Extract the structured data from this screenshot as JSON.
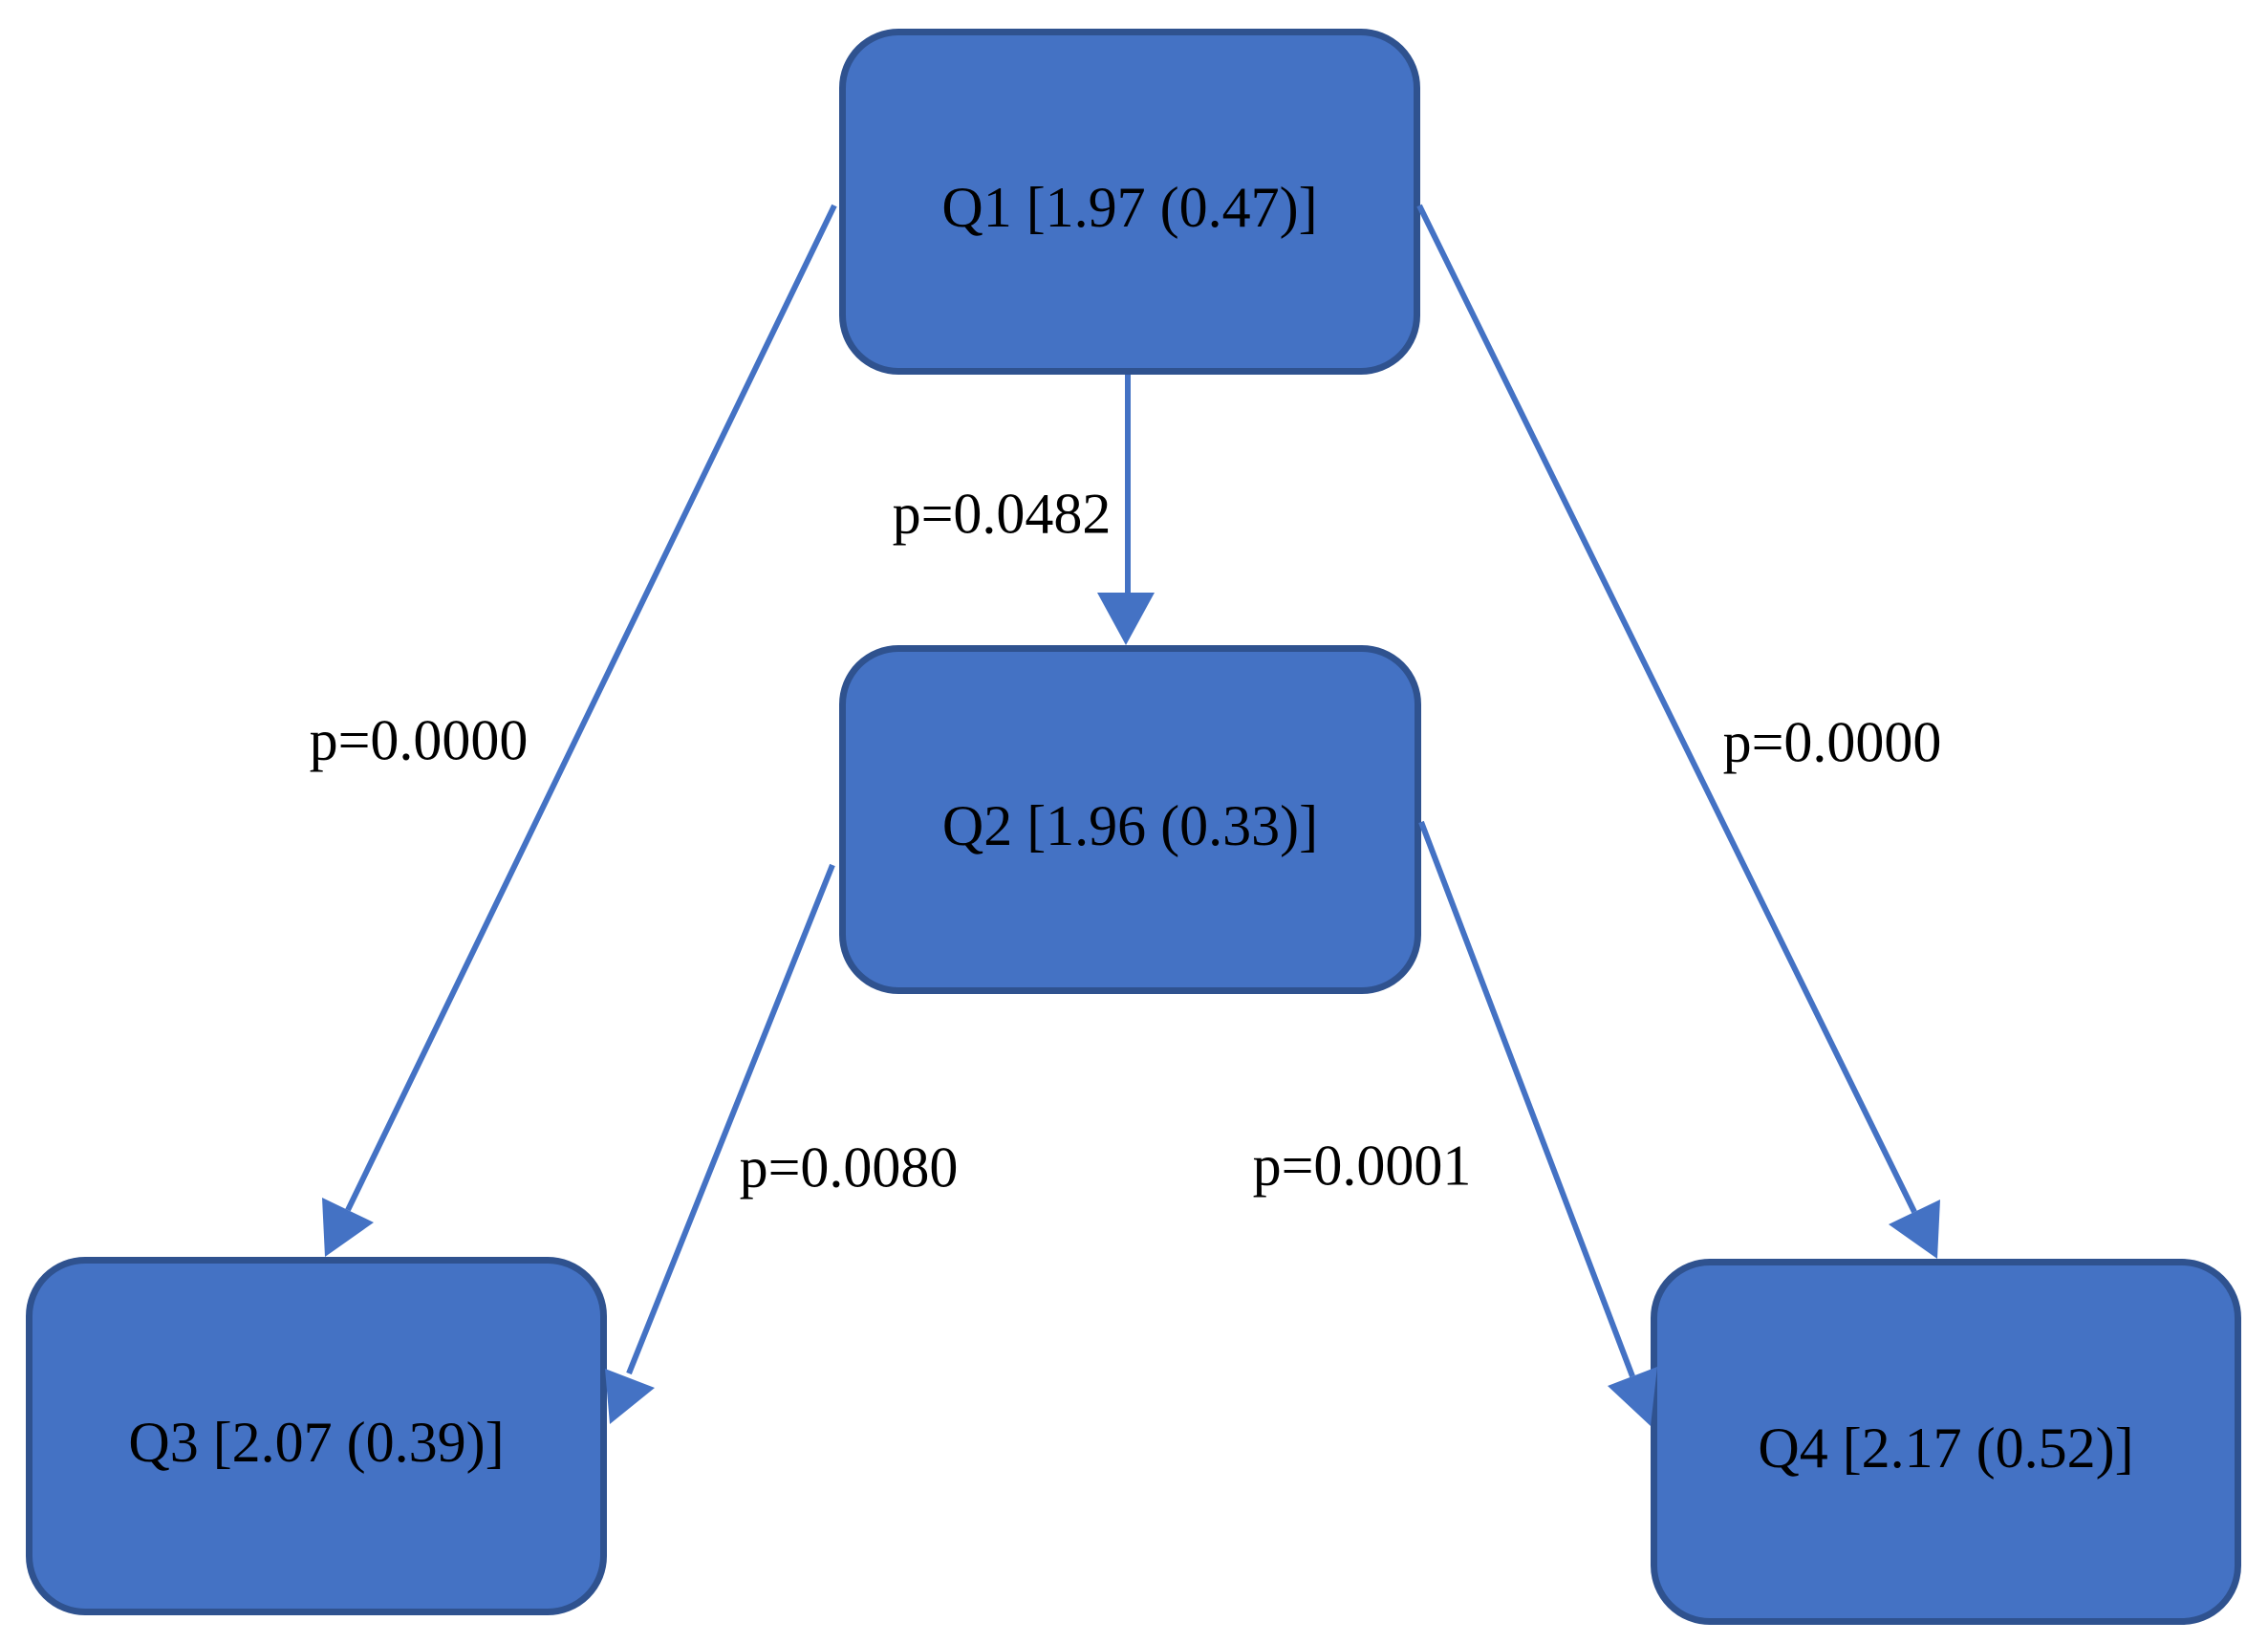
{
  "diagram": {
    "background_color": "#ffffff",
    "colors": {
      "node_fill": "#4472C4",
      "node_border": "#2F528F",
      "arrow": "#4472C4",
      "text": "#000000"
    },
    "nodes": [
      {
        "id": "Q1",
        "label": "Q1 [1.97 (0.47)]"
      },
      {
        "id": "Q2",
        "label": "Q2 [1.96 (0.33)]"
      },
      {
        "id": "Q3",
        "label": "Q3 [2.07 (0.39)]"
      },
      {
        "id": "Q4",
        "label": "Q4 [2.17 (0.52)]"
      }
    ],
    "edges": [
      {
        "from": "Q1",
        "to": "Q2",
        "label": "p=0.0482"
      },
      {
        "from": "Q1",
        "to": "Q3",
        "label": "p=0.0000"
      },
      {
        "from": "Q1",
        "to": "Q4",
        "label": "p=0.0000"
      },
      {
        "from": "Q2",
        "to": "Q3",
        "label": "p=0.0080"
      },
      {
        "from": "Q2",
        "to": "Q4",
        "label": "p=0.0001"
      }
    ]
  }
}
